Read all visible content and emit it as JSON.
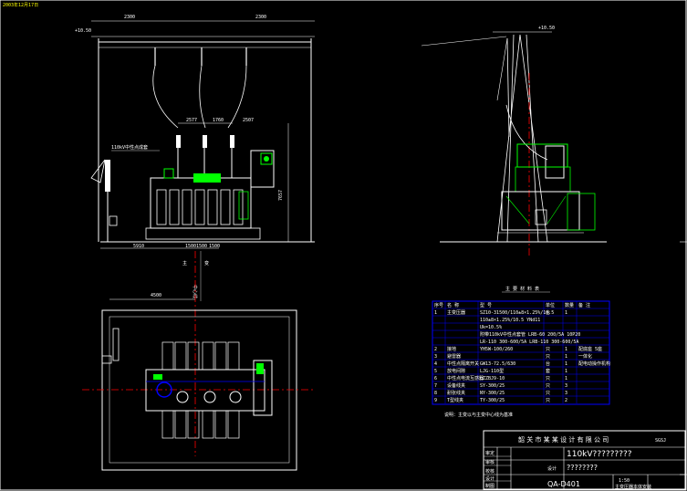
{
  "header": {
    "stamp": "2003年12月17日"
  },
  "dims_top_left": [
    "2300",
    "2300"
  ],
  "dims_phase": [
    "2577",
    "1760",
    "2507"
  ],
  "dims_bottom_left": [
    "5910",
    "1500",
    "1500",
    "1500"
  ],
  "elev_left": "+10.50",
  "elev_right": "+10.50",
  "side_dim": "7657",
  "label_neutral": "中性点",
  "label_neutral_box": "110kV中性点成套",
  "axis_label_1": "主",
  "axis_label_2": "变",
  "axis_label_3": "中心线",
  "plan_dim": "4500",
  "table": {
    "title": "主 要 材 料 表",
    "headers": [
      "序号",
      "名 称",
      "型 号",
      "单位",
      "数量",
      "备 注"
    ],
    "rows": [
      {
        "no": "1",
        "name": "主变压器",
        "model": "SZ10-31500/110±8×1.25%/10.5",
        "unit": "台",
        "qty": "1",
        "note": ""
      },
      {
        "no": "",
        "name": "",
        "model": "110±8×1.25%/10.5  YNd11",
        "unit": "",
        "qty": "",
        "note": ""
      },
      {
        "no": "",
        "name": "",
        "model": "Uk=10.5%",
        "unit": "",
        "qty": "",
        "note": ""
      },
      {
        "no": "",
        "name": "",
        "model": "附带110kV中性点套管 LRB-60 200/5A 10P20",
        "unit": "",
        "qty": "",
        "note": ""
      },
      {
        "no": "",
        "name": "",
        "model": "LR-110 300-600/5A  LRB-110 300-600/5A",
        "unit": "",
        "qty": "",
        "note": ""
      },
      {
        "no": "2",
        "name": "接地",
        "model": "YH5W-100/260",
        "unit": "只",
        "qty": "1",
        "note": "配底座 5座"
      },
      {
        "no": "3",
        "name": "避雷器",
        "model": "",
        "unit": "只",
        "qty": "1",
        "note": "一体化"
      },
      {
        "no": "4",
        "name": "中性点隔离开关",
        "model": "GW13-72.5/630",
        "unit": "台",
        "qty": "1",
        "note": "配电动操作机构"
      },
      {
        "no": "5",
        "name": "放电间隙",
        "model": "LJG-110型",
        "unit": "套",
        "qty": "1",
        "note": ""
      },
      {
        "no": "6",
        "name": "中性点电流互感器",
        "model": "LZZBJ9-10",
        "unit": "只",
        "qty": "1",
        "note": ""
      },
      {
        "no": "7",
        "name": "设备线夹",
        "model": "SY-300/25",
        "unit": "只",
        "qty": "3",
        "note": ""
      },
      {
        "no": "8",
        "name": "耐张线夹",
        "model": "NY-300/25",
        "unit": "只",
        "qty": "3",
        "note": ""
      },
      {
        "no": "9",
        "name": "T型线夹",
        "model": "TY-300/25",
        "unit": "只",
        "qty": "2",
        "note": ""
      }
    ],
    "note": "说明：主变以与主变中心线为基准"
  },
  "titleblock": {
    "company": "韶 关 市 某 某 设 计 有 限 公 司",
    "code": "SGSJ",
    "project": "110kV?????????",
    "drawing": "????????",
    "sub_label": "设计",
    "drawing_no": "QA-D401",
    "scale": "1:50",
    "sheet_note": "主变压器本体安装",
    "row_labels": [
      "审定",
      "审核",
      "校核",
      "设计",
      "制图"
    ]
  }
}
